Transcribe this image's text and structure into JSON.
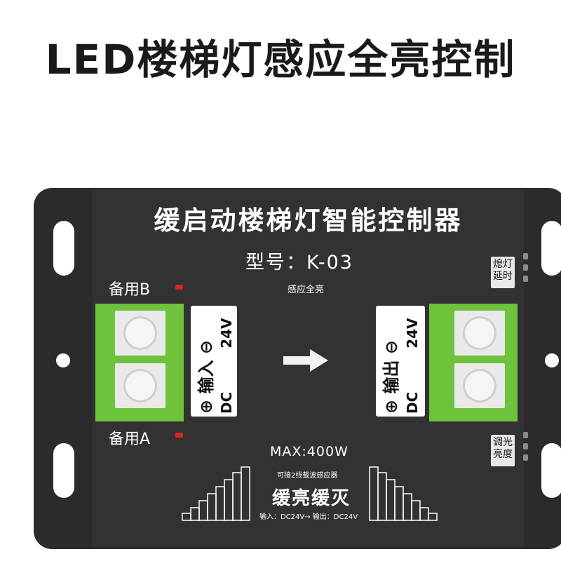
{
  "headline": "LED楼梯灯感应全亮控制",
  "device": {
    "title": "缓启动楼梯灯智能控制器",
    "model": "型号：K-03",
    "subtitle": "感应全亮",
    "spare_b": "备用B",
    "spare_a": "备用A",
    "max_power": "MAX:400W",
    "sensor_hint": "可接2线载波感应器",
    "mode": "缓亮缓灭",
    "footer": "输入：DC24V→ 输出：DC24V",
    "off_delay_label": [
      "熄灯",
      "延时"
    ],
    "brightness_label": [
      "调光",
      "亮度"
    ],
    "input_label": {
      "polarity_neg": "⊖",
      "name": "输入",
      "voltage": "24V",
      "polarity_pos": "⊕",
      "dc": "DC"
    },
    "output_label": {
      "polarity_neg": "⊖",
      "name": "输出",
      "voltage": "24V",
      "polarity_pos": "⊕",
      "dc": "DC"
    },
    "arrow_icon": "right-arrow-icon",
    "colors": {
      "board": "#2b2b2b",
      "terminal": "#6fc23c",
      "led": "#e02020",
      "text": "#ffffff"
    }
  }
}
